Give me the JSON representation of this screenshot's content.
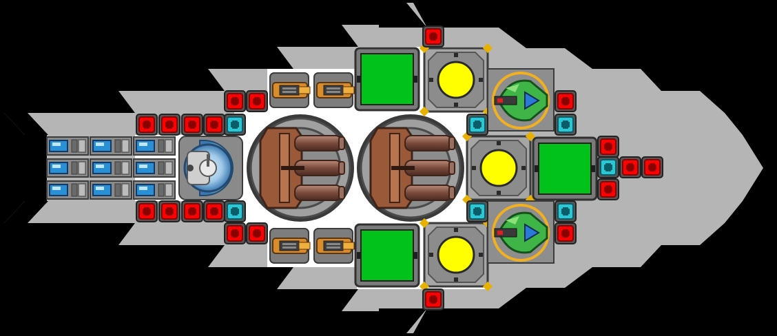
{
  "scene": {
    "type": "ship-blueprint",
    "orientation": "facing-right",
    "visible_text": []
  },
  "colors": {
    "background": "#000000",
    "hull_armor": "#b5b5b5",
    "deck_floor": "#ffffff",
    "block_frame": "#4a4a4a",
    "block_fill": "#9c9c9c",
    "power_node": "#ff0000",
    "power_node_dark": "#8a0000",
    "link_node": "#27c9d6",
    "link_node_dark": "#0a5c66",
    "reactor_core": "#ffff00",
    "reactor_trim": "#e8b000",
    "shield_panel": "#00c21b",
    "cannon_barrel": "#7a4a3a",
    "cannon_plate": "#9a5a3a",
    "laser_copper": "#d98c2b",
    "thruster_blue": "#2a8fd4",
    "cockpit_glass": "#9fc9e8",
    "drone_green": "#3fb548"
  },
  "modules": {
    "thruster_cells": {
      "rows": 3,
      "cols": 3,
      "icon": "thruster-icon"
    },
    "cockpit": {
      "count": 1,
      "icon": "cockpit-dome-icon"
    },
    "heavy_cannons": {
      "count": 2,
      "barrels_each": 3,
      "icon": "cannon-turret-icon"
    },
    "laser_guns": {
      "count": 4,
      "icon": "laser-gun-icon"
    },
    "reactors": {
      "count": 3,
      "icon": "reactor-core-icon"
    },
    "shield_generators": {
      "count": 3,
      "icon": "shield-panel-icon"
    },
    "drone_bays": {
      "count": 2,
      "icon": "drone-launcher-icon"
    },
    "power_connectors": {
      "icon": "power-node-icon"
    },
    "data_connectors": {
      "icon": "link-node-icon"
    }
  }
}
